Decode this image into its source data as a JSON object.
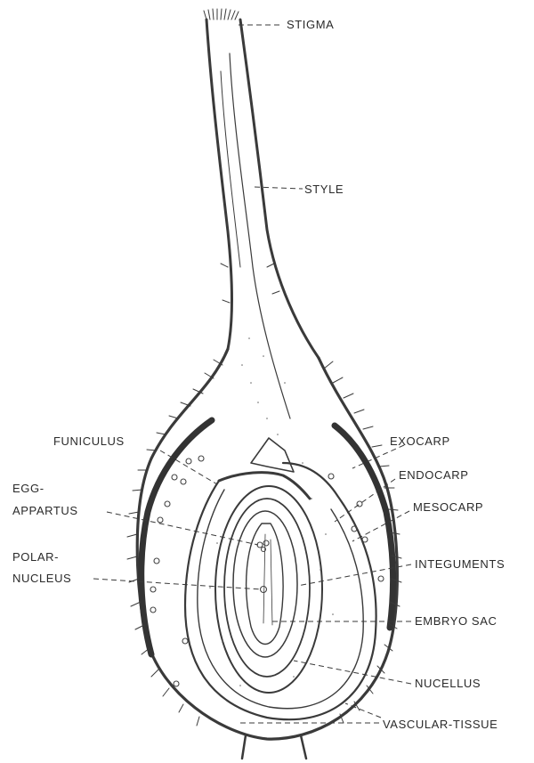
{
  "labels": {
    "stigma": "STIGMA",
    "style": "STYLE",
    "funiculus": "FUNICULUS",
    "egg_line1": "EGG-",
    "egg_line2": "APPARTUS",
    "polar_line1": "POLAR-",
    "polar_line2": "NUCLEUS",
    "exocarp": "EXOCARP",
    "endocarp": "ENDOCARP",
    "mesocarp": "MESOCARP",
    "integuments": "INTEGUMENTS",
    "embryo_sac": "EMBRYO SAC",
    "nucellus": "NUCELLUS",
    "vascular_tissue": "VASCULAR-TISSUE"
  },
  "colors": {
    "ink": "#333333",
    "background": "#ffffff"
  }
}
